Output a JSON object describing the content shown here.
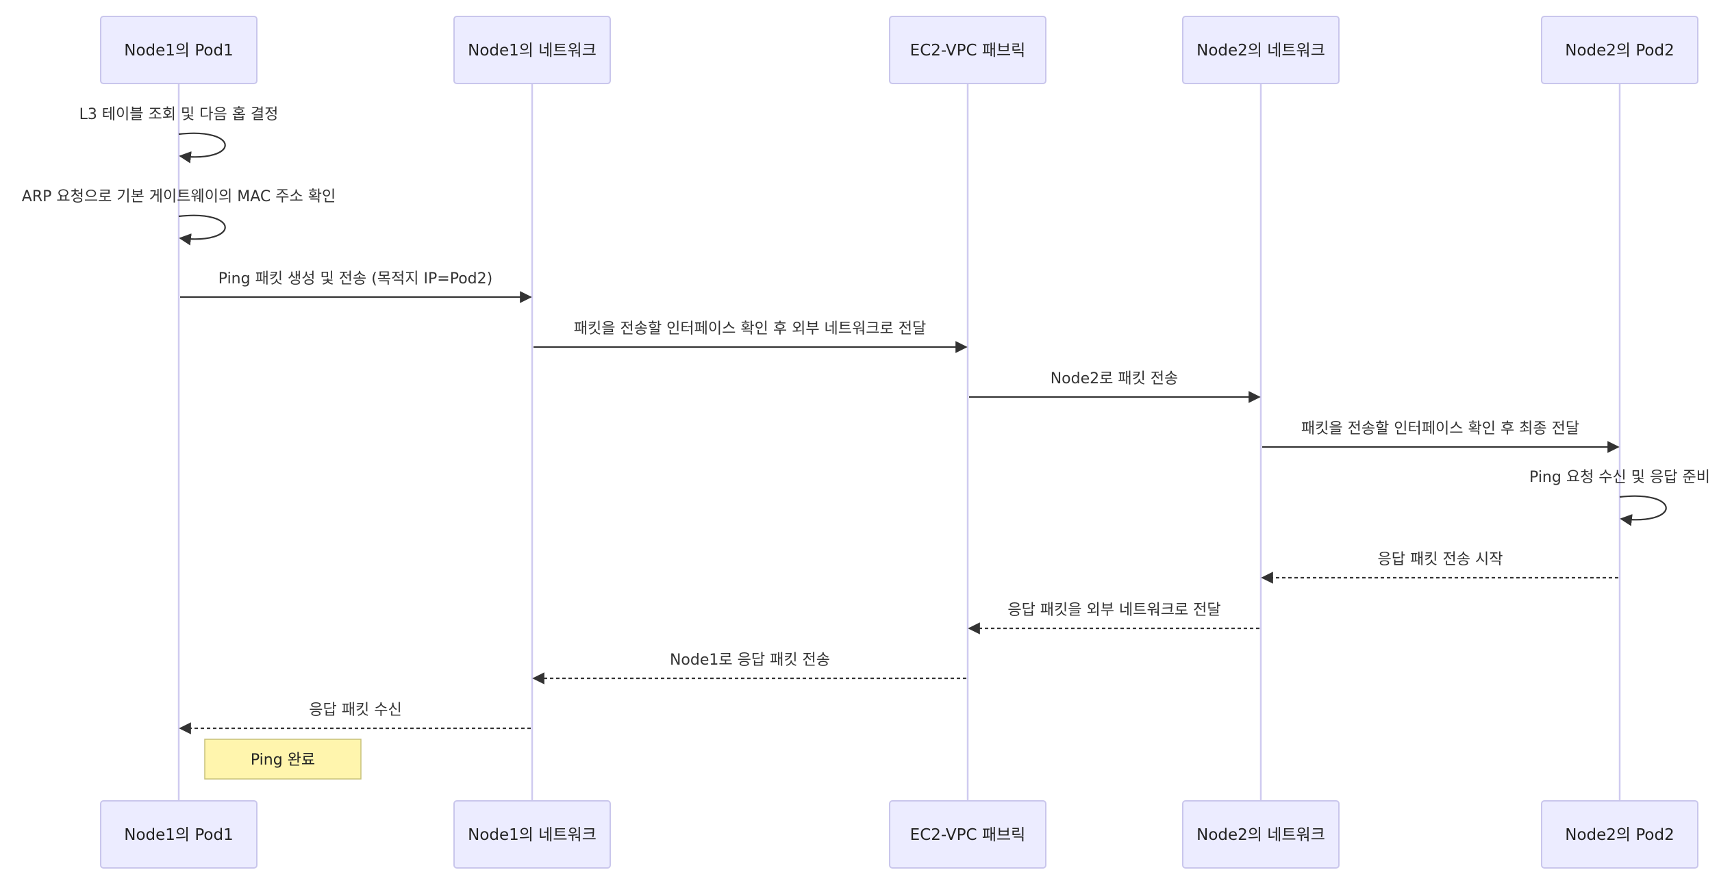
{
  "diagram": {
    "participants": [
      "Node1의 Pod1",
      "Node1의 네트워크",
      "EC2-VPC 패브릭",
      "Node2의 네트워크",
      "Node2의 Pod2"
    ],
    "messages": [
      {
        "from": 0,
        "to": 0,
        "text": "L3 테이블 조회 및 다음 홉 결정",
        "style": "solid"
      },
      {
        "from": 0,
        "to": 0,
        "text": "ARP 요청으로 기본 게이트웨이의 MAC 주소 확인",
        "style": "solid"
      },
      {
        "from": 0,
        "to": 1,
        "text": "Ping 패킷 생성 및 전송 (목적지 IP=Pod2)",
        "style": "solid"
      },
      {
        "from": 1,
        "to": 2,
        "text": "패킷을 전송할 인터페이스 확인 후 외부 네트워크로 전달",
        "style": "solid"
      },
      {
        "from": 2,
        "to": 3,
        "text": "Node2로 패킷 전송",
        "style": "solid"
      },
      {
        "from": 3,
        "to": 4,
        "text": "패킷을 전송할 인터페이스 확인 후 최종 전달",
        "style": "solid"
      },
      {
        "from": 4,
        "to": 4,
        "text": "Ping 요청 수신 및 응답 준비",
        "style": "solid"
      },
      {
        "from": 4,
        "to": 3,
        "text": "응답 패킷 전송 시작",
        "style": "dashed"
      },
      {
        "from": 3,
        "to": 2,
        "text": "응답 패킷을 외부 네트워크로 전달",
        "style": "dashed"
      },
      {
        "from": 2,
        "to": 1,
        "text": "Node1로 응답 패킷 전송",
        "style": "dashed"
      },
      {
        "from": 1,
        "to": 0,
        "text": "응답 패킷 수신",
        "style": "dashed"
      }
    ],
    "note": {
      "over": 0,
      "text": "Ping 완료"
    }
  },
  "colors": {
    "actor_fill": "#ececff",
    "actor_stroke": "#c9c6ec",
    "lifeline": "#cfcaf0",
    "message": "#333333",
    "note_fill": "#fff5ad",
    "note_stroke": "#c7c07a"
  }
}
